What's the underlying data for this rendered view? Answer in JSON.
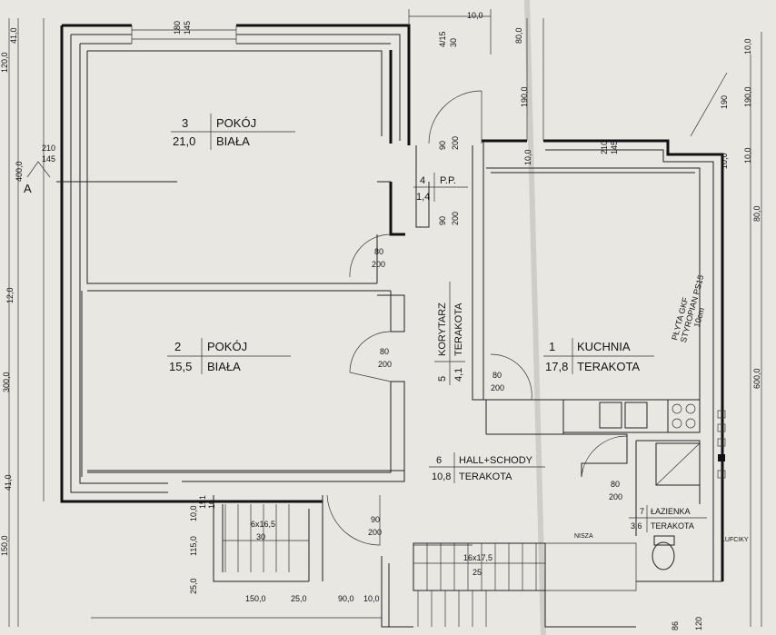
{
  "rooms": [
    {
      "no": "3",
      "name": "POKÓJ",
      "area": "21,0",
      "finish": "BIAŁA"
    },
    {
      "no": "2",
      "name": "POKÓJ",
      "area": "15,5",
      "finish": "BIAŁA"
    },
    {
      "no": "1",
      "name": "KUCHNIA",
      "area": "17,8",
      "finish": "TERAKOTA"
    },
    {
      "no": "6",
      "name": "HALL+SCHODY",
      "area": "10,8",
      "finish": "TERAKOTA"
    },
    {
      "no": "7",
      "name": "ŁAZIENKA",
      "area": "3,6",
      "finish": "TERAKOTA"
    },
    {
      "no": "4",
      "name": "P.P.",
      "area": "1,4"
    },
    {
      "no": "5",
      "name": "KORYTARZ",
      "area": "4,1",
      "finish": "TERAKOTA"
    }
  ],
  "doors": {
    "d1": {
      "w": "90",
      "h": "200"
    },
    "d2": {
      "w": "90",
      "h": "200"
    },
    "d3": {
      "w": "80",
      "h": "200"
    },
    "d4": {
      "w": "80",
      "h": "200"
    },
    "d5": {
      "w": "80",
      "h": "200"
    },
    "d6": {
      "w": "80",
      "h": "200"
    },
    "d7": {
      "w": "90",
      "h": "200"
    }
  },
  "windows": {
    "w1": {
      "w": "180",
      "h": "145"
    },
    "w2": {
      "w": "210",
      "h": "145"
    },
    "w3": {
      "w": "210",
      "h": "145"
    },
    "w4": {
      "w": "4/15",
      "h": "30"
    }
  },
  "stairs": {
    "s1": {
      "size": "6x16,5",
      "run": "30"
    },
    "s2": {
      "size": "16x17,5",
      "run": "25"
    }
  },
  "notes": {
    "section": "A",
    "wall_note": [
      "PŁYTA GKF",
      "STYROPIAN PS15",
      "10cm"
    ],
    "nisza": "NISZA",
    "lufcik": "LUFCIKY"
  },
  "dims": {
    "top": [
      "10,0",
      "80,0"
    ],
    "top_right": [
      "10,0",
      "190,0",
      "10,0",
      "80,0"
    ],
    "left": [
      "41,0",
      "120,0",
      "12,0",
      "300,0",
      "41,0",
      "150,0"
    ],
    "left_dim": "400,0",
    "bottom": [
      "150,0",
      "25,0",
      "90,0",
      "10,0"
    ],
    "bottom_right": [
      "86",
      "120"
    ],
    "stair_left": [
      "10,0",
      "115,0",
      "25,0"
    ],
    "stair_top": [
      "151",
      "10"
    ],
    "right": [
      "190,0",
      "10,0",
      "600,0"
    ],
    "corr": [
      "190",
      "10,0"
    ]
  },
  "colors": {
    "paper": "#e9e7e2",
    "ink": "#111111"
  }
}
